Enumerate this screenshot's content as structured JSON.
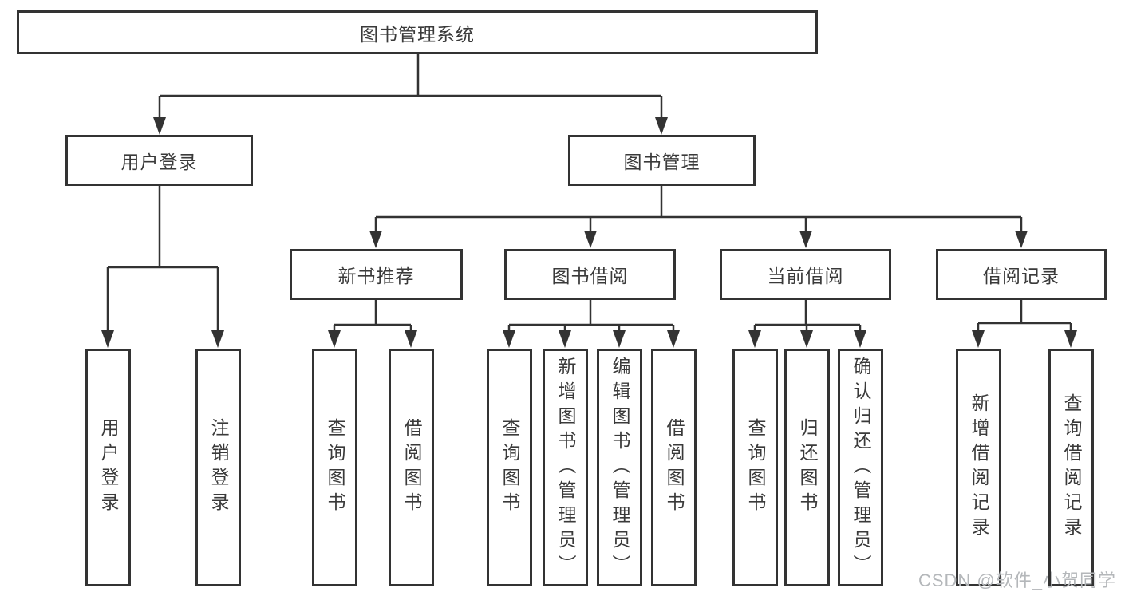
{
  "nodes": {
    "root": {
      "label": "图书管理系统"
    },
    "level2": [
      {
        "id": "user-login",
        "label": "用户登录"
      },
      {
        "id": "book-management",
        "label": "图书管理"
      }
    ],
    "level3": [
      {
        "id": "new-book-recommend",
        "label": "新书推荐"
      },
      {
        "id": "book-borrow",
        "label": "图书借阅"
      },
      {
        "id": "current-borrow",
        "label": "当前借阅"
      },
      {
        "id": "borrow-records",
        "label": "借阅记录"
      }
    ],
    "leaves": [
      {
        "parent": "用户登录",
        "label": "用户登录"
      },
      {
        "parent": "用户登录",
        "label": "注销登录"
      },
      {
        "parent": "新书推荐",
        "label": "查询图书"
      },
      {
        "parent": "新书推荐",
        "label": "借阅图书"
      },
      {
        "parent": "图书借阅",
        "label": "查询图书"
      },
      {
        "parent": "图书借阅",
        "label": "新增图书（管理员）"
      },
      {
        "parent": "图书借阅",
        "label": "编辑图书（管理员）"
      },
      {
        "parent": "图书借阅",
        "label": "借阅图书"
      },
      {
        "parent": "当前借阅",
        "label": "查询图书"
      },
      {
        "parent": "当前借阅",
        "label": "归还图书"
      },
      {
        "parent": "当前借阅",
        "label": "确认归还（管理员）"
      },
      {
        "parent": "借阅记录",
        "label": "新增借阅记录"
      },
      {
        "parent": "借阅记录",
        "label": "查询借阅记录"
      }
    ]
  },
  "watermark": {
    "text": "CSDN @软件_小贺同学"
  },
  "colors": {
    "line": "#333333",
    "box_border": "#333333",
    "text": "#3a3a3a",
    "watermark": "#b4b7ba",
    "background": "#ffffff"
  }
}
